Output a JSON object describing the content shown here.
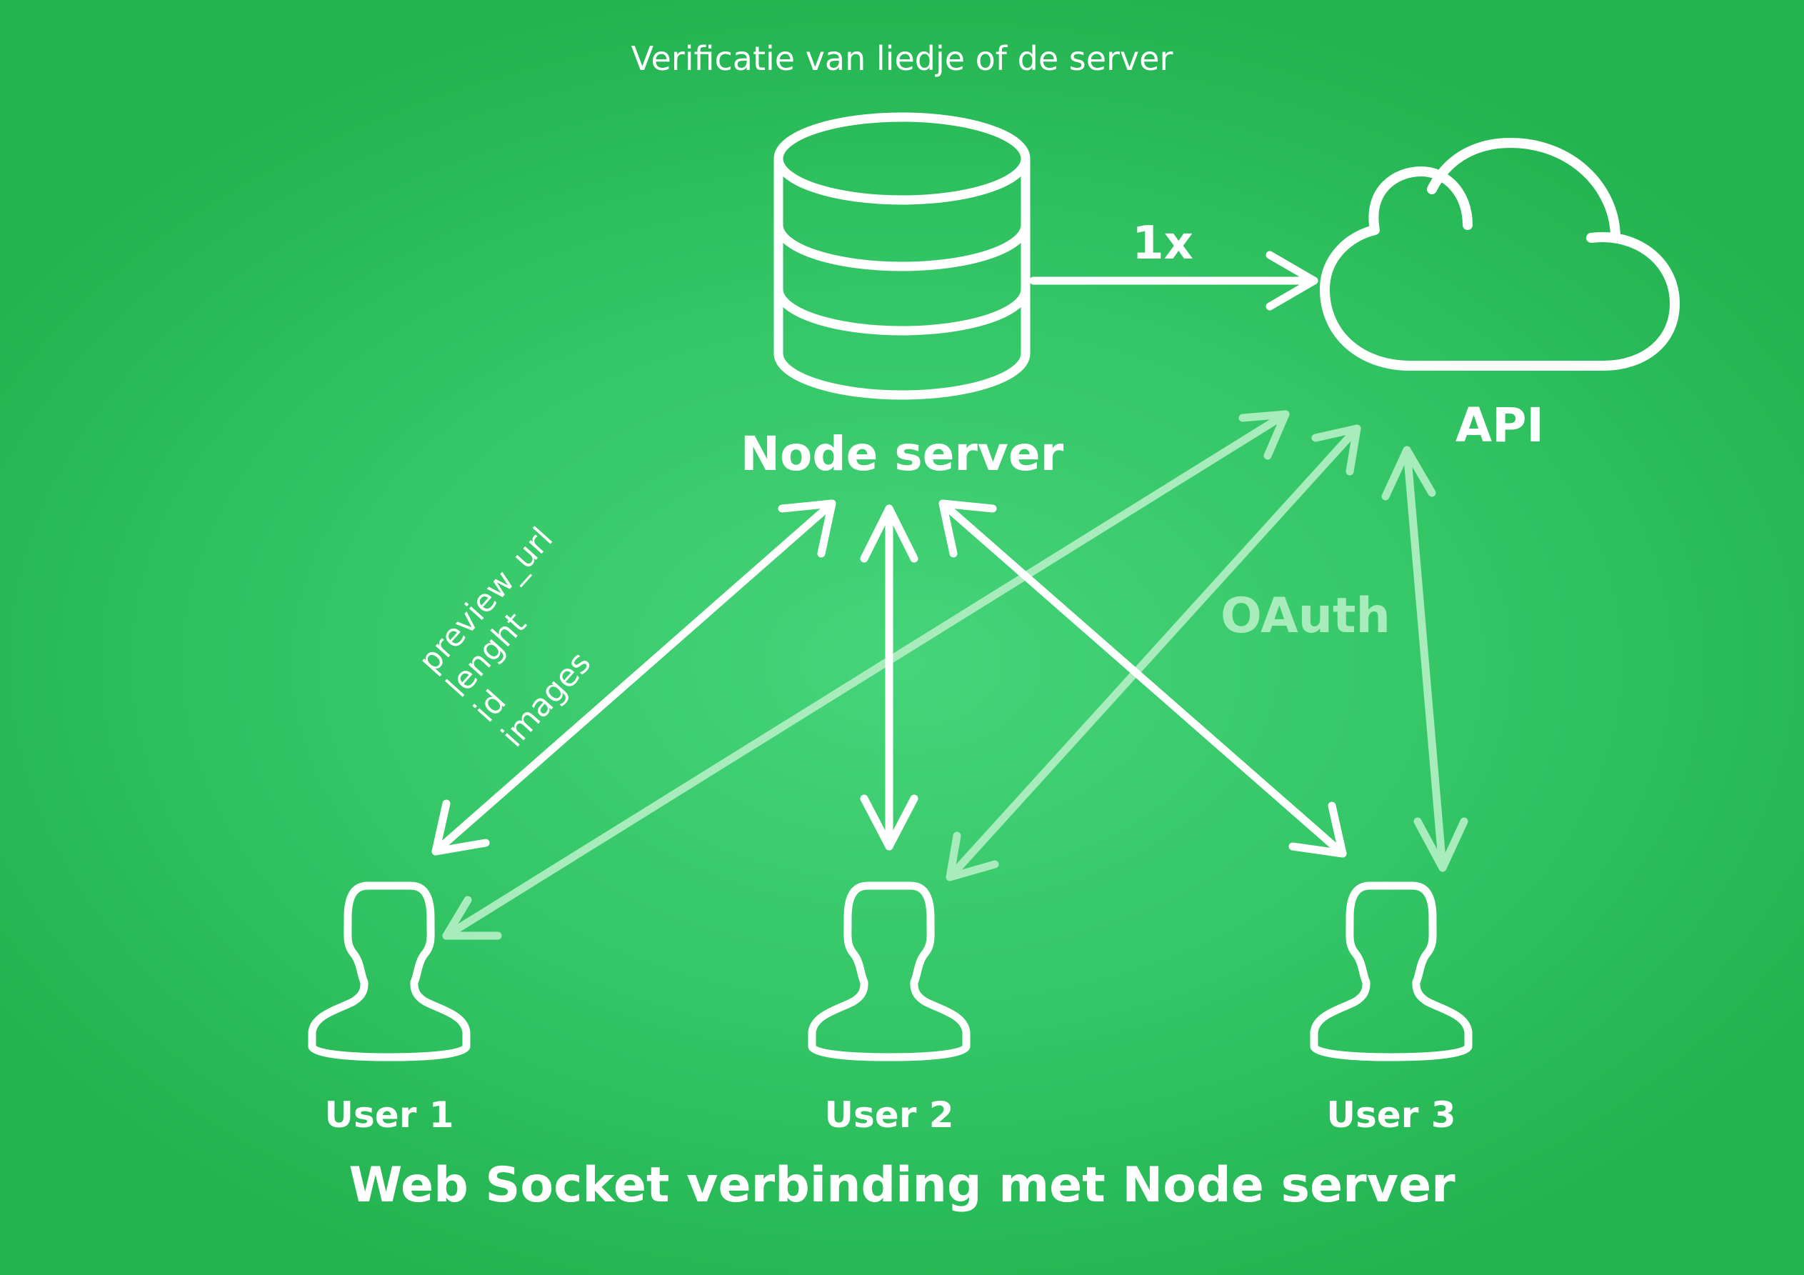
{
  "top_caption": "Verificatie van liedje of de server",
  "server": {
    "label": "Node server",
    "icon": "database-icon"
  },
  "api": {
    "label": "API",
    "icon": "cloud-icon"
  },
  "server_to_api_label": "1x",
  "oauth_label": "OAuth",
  "fields": [
    "preview_url",
    "lenght",
    "id",
    "images"
  ],
  "users": [
    {
      "label": "User 1",
      "icon": "user-icon"
    },
    {
      "label": "User 2",
      "icon": "user-icon"
    },
    {
      "label": "User 3",
      "icon": "user-icon"
    }
  ],
  "footer_title": "Web Socket verbinding met Node server",
  "colors": {
    "background": "#33c565",
    "foreground": "#ffffff",
    "faded_arrow": "#a8ecbc"
  }
}
